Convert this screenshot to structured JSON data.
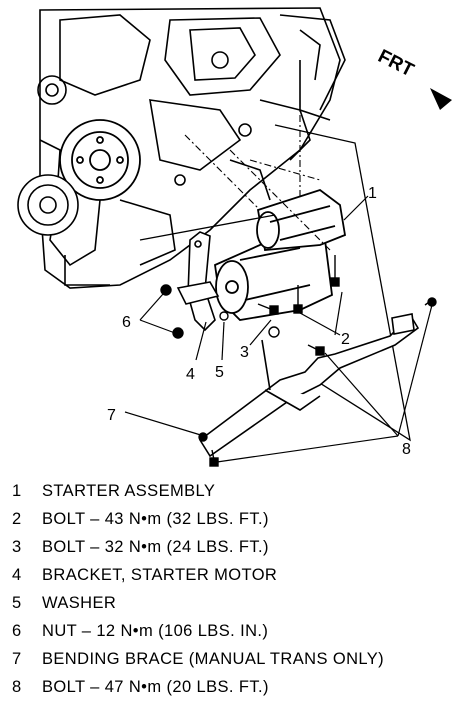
{
  "diagram": {
    "orientation_label": "FRT",
    "callouts": [
      "1",
      "2",
      "3",
      "4",
      "5",
      "6",
      "7",
      "8"
    ]
  },
  "legend": [
    {
      "num": "1",
      "text": "STARTER ASSEMBLY"
    },
    {
      "num": "2",
      "text": "BOLT – 43 N•m (32 LBS. FT.)"
    },
    {
      "num": "3",
      "text": "BOLT – 32 N•m (24 LBS. FT.)"
    },
    {
      "num": "4",
      "text": "BRACKET, STARTER MOTOR"
    },
    {
      "num": "5",
      "text": "WASHER"
    },
    {
      "num": "6",
      "text": "NUT – 12 N•m (106 LBS. IN.)"
    },
    {
      "num": "7",
      "text": "BENDING BRACE (MANUAL TRANS ONLY)"
    },
    {
      "num": "8",
      "text": "BOLT – 47 N•m (20 LBS. FT.)"
    }
  ]
}
